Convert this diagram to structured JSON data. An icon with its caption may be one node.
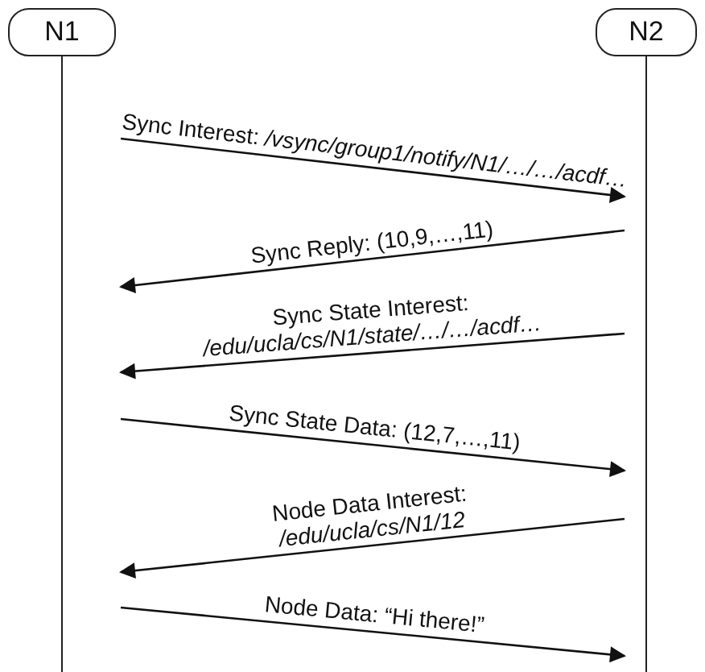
{
  "diagram": {
    "nodes": [
      {
        "text": [
          "N1"
        ]
      },
      {
        "text": [
          "N2"
        ]
      }
    ],
    "edges": [
      {
        "from": 0,
        "to": 1,
        "arrow": "to",
        "label": "Sync Interest: */vsync/group1/notify/N1/…/…/acdf…*"
      },
      {
        "from": 1,
        "to": 0,
        "arrow": "to",
        "label": "Sync Reply: (10,9,…,11)"
      },
      {
        "from": 1,
        "to": 0,
        "arrow": "to",
        "label": "Sync State Interest: */edu/ucla/cs/N1/state/…/…/acdf…*"
      },
      {
        "from": 0,
        "to": 1,
        "arrow": "to",
        "label": "Sync State Data: (12,7,…,11)"
      },
      {
        "from": 1,
        "to": 0,
        "arrow": "to",
        "label": "Node Data Interest: */edu/ucla/cs/N1/12*"
      },
      {
        "from": 0,
        "to": 1,
        "arrow": "to",
        "label": "Node Data: “Hi there!”"
      }
    ]
  }
}
